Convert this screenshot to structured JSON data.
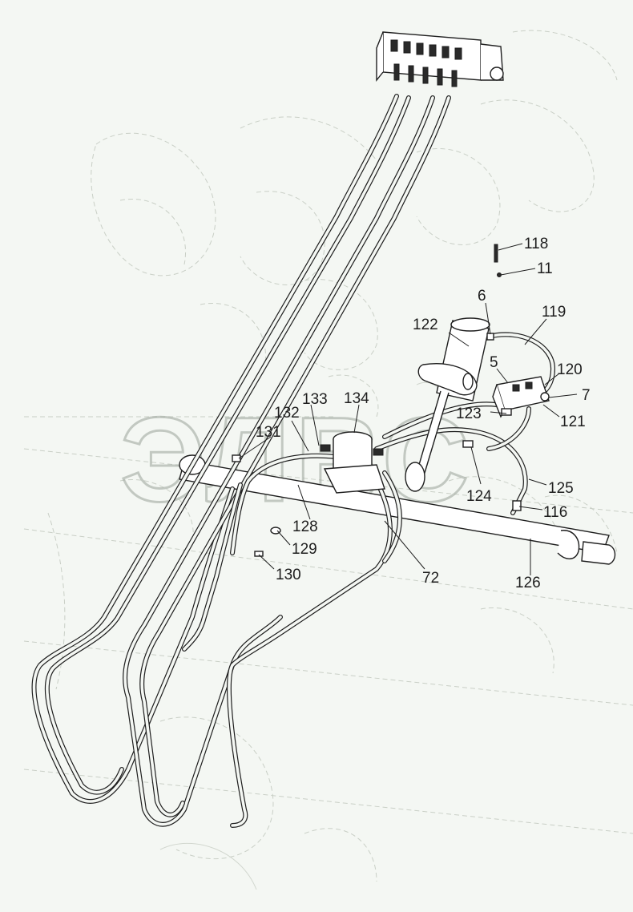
{
  "watermark": "ЭЛВС",
  "callouts": [
    {
      "id": "c118",
      "label": "118"
    },
    {
      "id": "c11",
      "label": "11"
    },
    {
      "id": "c6",
      "label": "6"
    },
    {
      "id": "c119",
      "label": "119"
    },
    {
      "id": "c122",
      "label": "122"
    },
    {
      "id": "c5",
      "label": "5"
    },
    {
      "id": "c120",
      "label": "120"
    },
    {
      "id": "c7",
      "label": "7"
    },
    {
      "id": "c133",
      "label": "133"
    },
    {
      "id": "c134",
      "label": "134"
    },
    {
      "id": "c132",
      "label": "132"
    },
    {
      "id": "c123",
      "label": "123"
    },
    {
      "id": "c121",
      "label": "121"
    },
    {
      "id": "c131",
      "label": "131"
    },
    {
      "id": "c124",
      "label": "124"
    },
    {
      "id": "c125",
      "label": "125"
    },
    {
      "id": "c116",
      "label": "116"
    },
    {
      "id": "c128",
      "label": "128"
    },
    {
      "id": "c129",
      "label": "129"
    },
    {
      "id": "c130",
      "label": "130"
    },
    {
      "id": "c72",
      "label": "72"
    },
    {
      "id": "c126",
      "label": "126"
    }
  ]
}
